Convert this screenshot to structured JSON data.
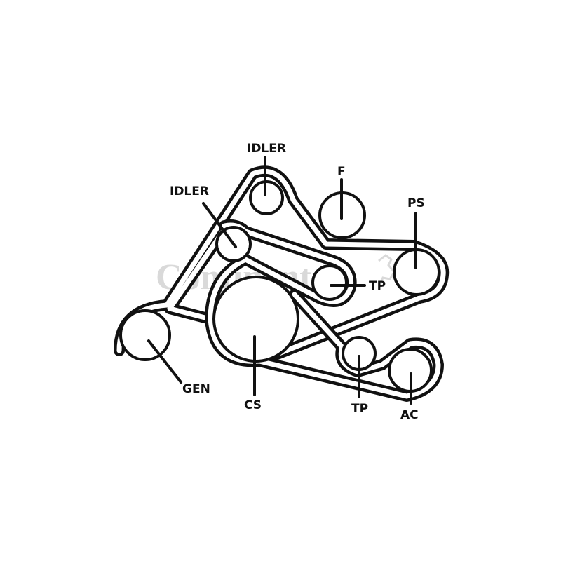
{
  "watermark": {
    "text": "Continental",
    "color": "#d9d9d9",
    "horse_icon": "horse-icon"
  },
  "colors": {
    "belt": "#111111",
    "belt_inner": "#ffffff",
    "pulley": "#111111",
    "background": "#ffffff"
  },
  "labels": {
    "idler_top": "IDLER",
    "idler_left": "IDLER",
    "fan": "F",
    "power_steering": "PS",
    "tensioner_upper": "TP",
    "generator": "GEN",
    "crankshaft": "CS",
    "tensioner_lower": "TP",
    "air_conditioning": "AC"
  }
}
